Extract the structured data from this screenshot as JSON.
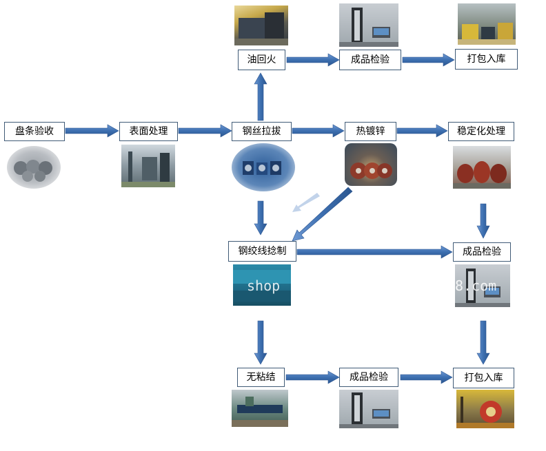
{
  "nodes": {
    "coil_inspection": "盘条验收",
    "surface_treatment": "表面处理",
    "wire_drawing": "钢丝拉拔",
    "oil_tempering": "油回火",
    "inspection_top": "成品检验",
    "packing_top": "打包入库",
    "galvanizing": "热镀锌",
    "stabilizing": "稳定化处理",
    "strand_twisting": "钢绞线捻制",
    "inspection_mid": "成品检验",
    "unbonded": "无粘结",
    "inspection_bottom": "成品检验",
    "packing_bottom": "打包入库"
  },
  "watermark": {
    "left": "shop",
    "right": "8.com"
  },
  "colors": {
    "arrow": "#3d6fb0",
    "arrow_stroke": "#2a5490",
    "box_border": "#3f5a76"
  }
}
